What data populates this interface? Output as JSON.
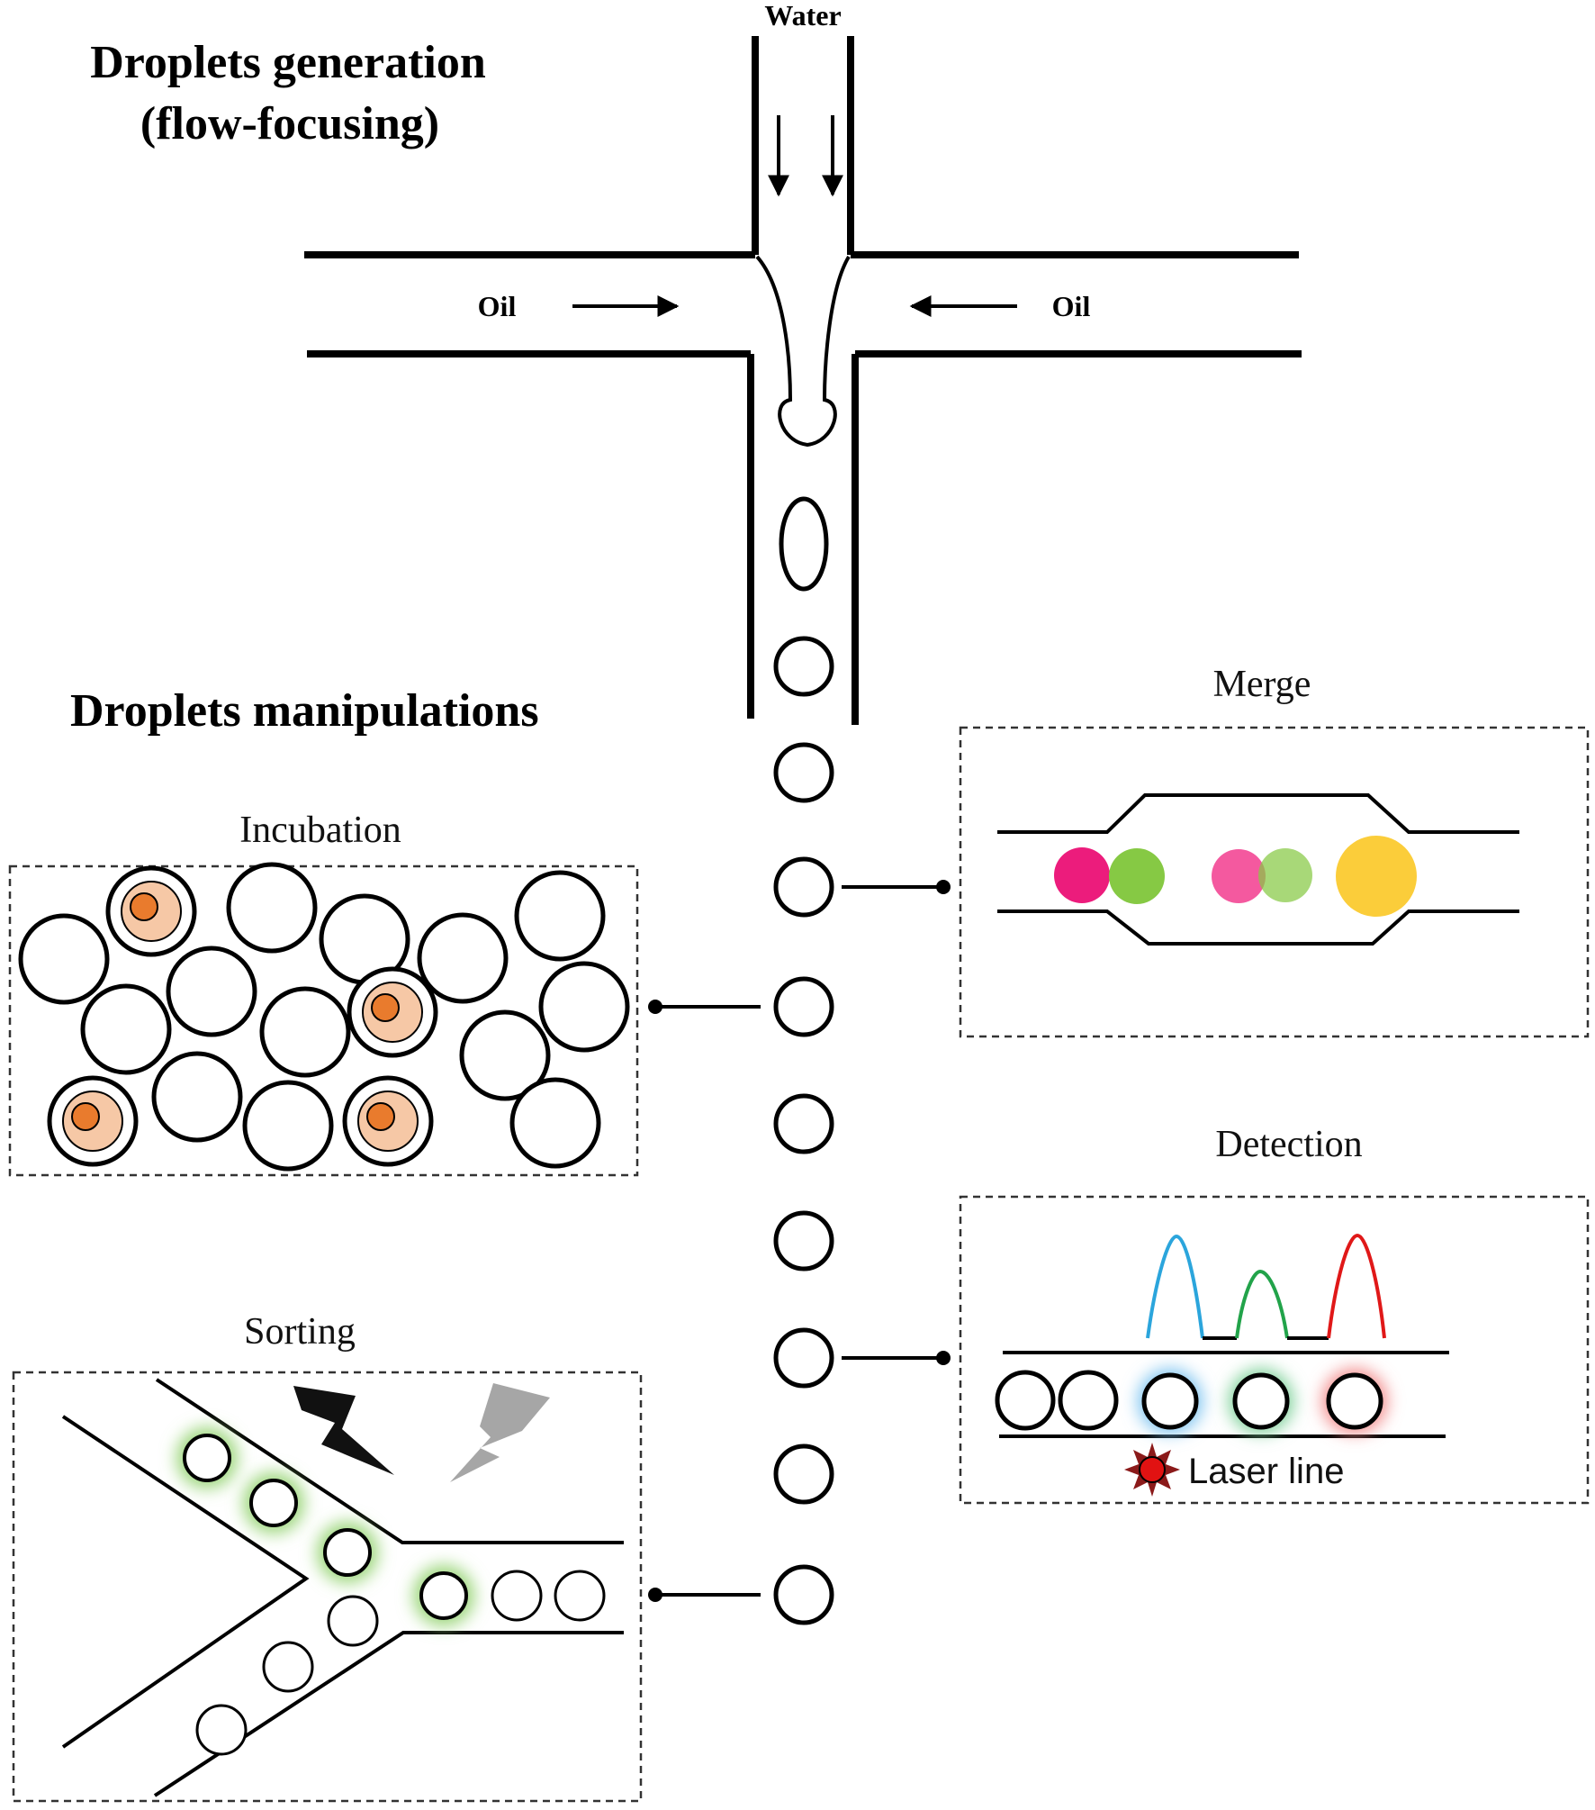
{
  "headings": {
    "generation_line1": "Droplets generation",
    "generation_line2": "(flow-focusing)",
    "manipulations": "Droplets manipulations"
  },
  "flow_labels": {
    "water": "Water",
    "oil_left": "Oil",
    "oil_right": "Oil"
  },
  "panels": {
    "incubation": "Incubation",
    "merge": "Merge",
    "detection": "Detection",
    "sorting": "Sorting"
  },
  "detection": {
    "laser_label": "Laser line"
  },
  "colors": {
    "magenta": "#ec1c7c",
    "light_magenta": "#f4599f",
    "green": "#86c944",
    "light_green": "#a9d777",
    "yellow": "#fbcd3a",
    "orange_cell": "#e97b2d",
    "peach_halo": "#f6c8a6",
    "blue_peak": "#2ba5dc",
    "green_peak": "#22a34a",
    "red_peak": "#e01818",
    "laser_red": "#e11212"
  }
}
